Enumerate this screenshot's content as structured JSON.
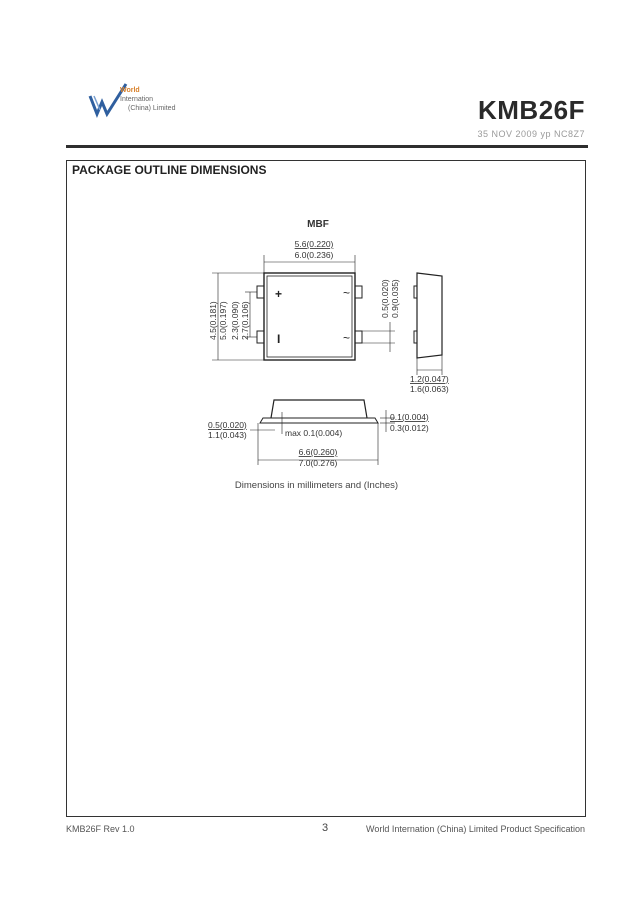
{
  "header": {
    "logo": {
      "line1": "World",
      "line2": "Internation",
      "line3": "(China) Limited",
      "accent_color": "#d8802a",
      "mark_color": "#2f5f9f"
    },
    "part_number": "KMB26F",
    "subtitle": "35 NOV 2009 yp NC8Z7"
  },
  "section": {
    "title": "PACKAGE OUTLINE DIMENSIONS"
  },
  "drawing": {
    "package_name": "MBF",
    "dims": {
      "width_top_min": "5.6(0.220)",
      "width_top_max": "6.0(0.236)",
      "height_min": "4.5(0.181)",
      "height_max": "5.0(0.197)",
      "pin_pitch_min": "2.3(0.090)",
      "pin_pitch_max": "2.7(0.106)",
      "pin_width_min": "0.5(0.020)",
      "pin_width_max": "0.9(0.035)",
      "side_thick_min": "1.2(0.047)",
      "side_thick_max": "1.6(0.063)",
      "lead_len_min": "0.5(0.020)",
      "lead_len_max": "1.1(0.043)",
      "standoff": "max 0.1(0.004)",
      "lead_thick_min": "0.1(0.004)",
      "lead_thick_max": "0.3(0.012)",
      "overall_min": "6.6(0.260)",
      "overall_max": "7.0(0.276)"
    },
    "pin_labels": {
      "plus": "+",
      "minus": "I",
      "ac1": "~",
      "ac2": "~"
    },
    "caption": "Dimensions in millimeters and (Inches)"
  },
  "footer": {
    "left": "KMB26F  Rev 1.0",
    "page": "3",
    "right": "World Internation (China) Limited Product Specification"
  }
}
